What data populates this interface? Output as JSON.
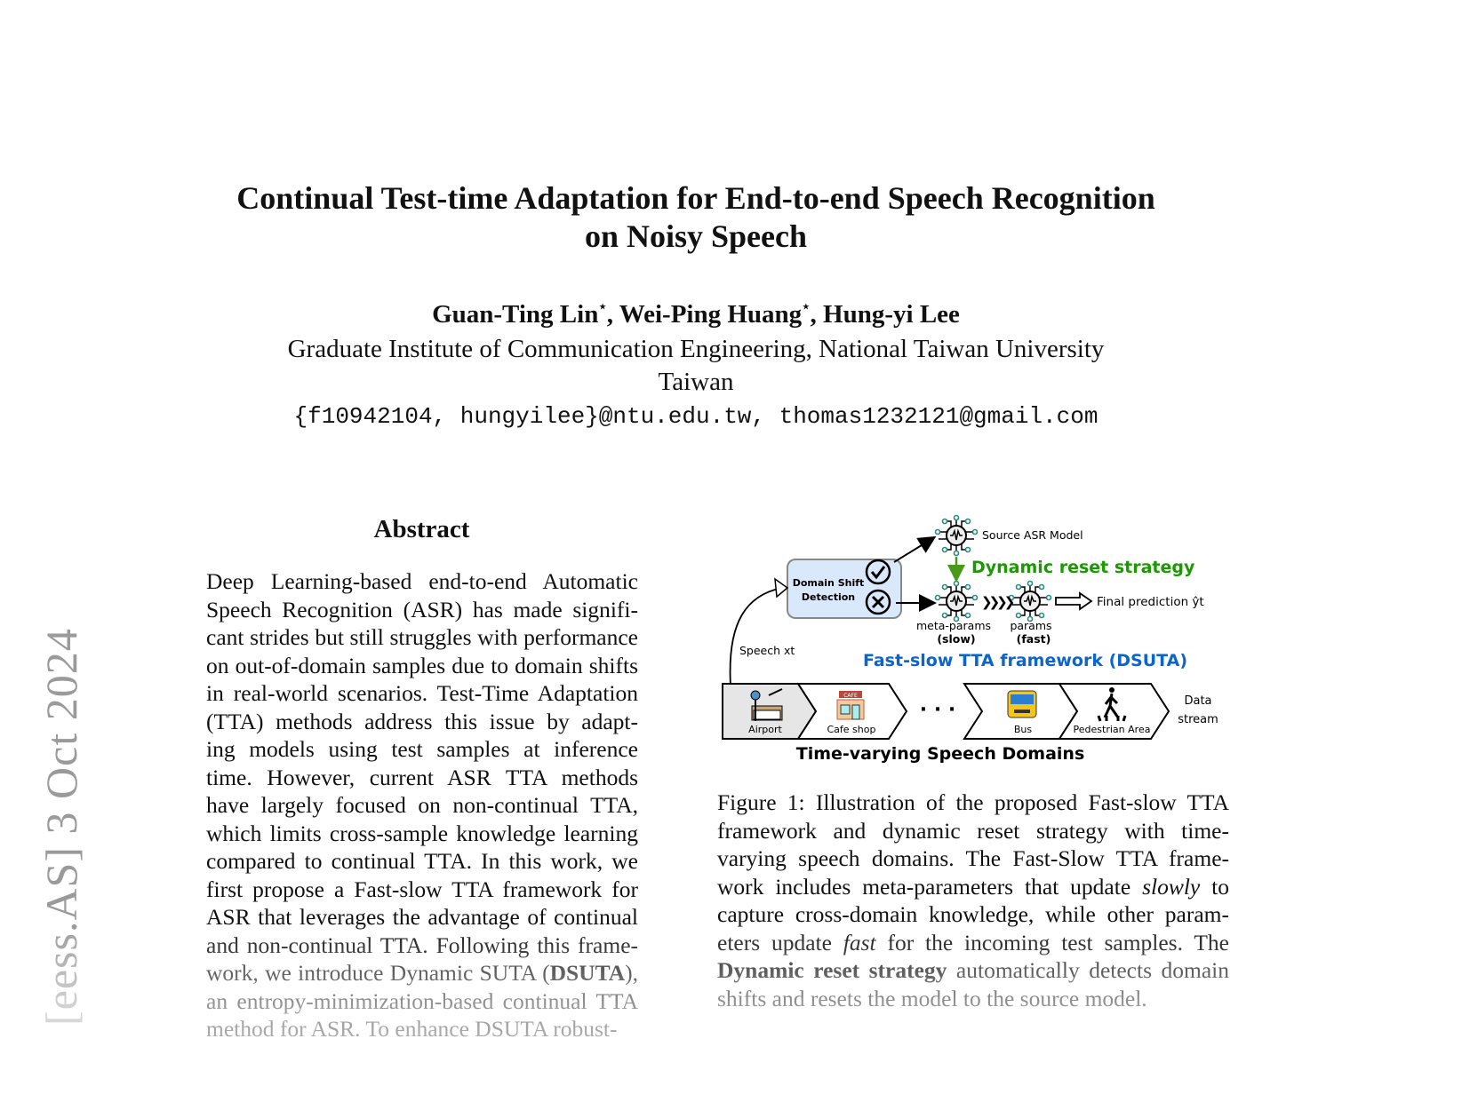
{
  "title": [
    "Continual Test-time Adaptation for End-to-end Speech Recognition",
    "on Noisy Speech"
  ],
  "authors": [
    {
      "name": "Guan-Ting Lin",
      "mark": "⋆"
    },
    {
      "name": "Wei-Ping Huang",
      "mark": "⋆"
    },
    {
      "name": "Hung-yi Lee",
      "mark": ""
    }
  ],
  "affiliation": [
    "Graduate Institute of Communication Engineering, National Taiwan University",
    "Taiwan"
  ],
  "emails": "{f10942104, hungyilee}@ntu.edu.tw, thomas1232121@gmail.com",
  "arxiv_stamp": "[eess.AS]  3 Oct 2024",
  "abstract": {
    "heading": "Abstract",
    "lines": [
      "Deep Learning-based end-to-end Automatic",
      "Speech Recognition (ASR) has made signifi-",
      "cant strides but still struggles with performance",
      "on out-of-domain samples due to domain shifts",
      "in real-world scenarios. Test-Time Adaptation",
      "(TTA) methods address this issue by adapt-",
      "ing models using test samples at inference",
      "time.  However, current ASR TTA methods",
      "have largely focused on non-continual TTA,",
      "which limits cross-sample knowledge learning",
      "compared to continual TTA. In this work, we",
      "first propose a Fast-slow TTA framework for",
      "ASR that leverages the advantage of continual",
      "and non-continual TTA. Following this frame-",
      "work, we introduce Dynamic SUTA (DSUTA),",
      "an entropy-minimization-based continual TTA",
      "method for ASR. To enhance DSUTA robust-"
    ]
  },
  "figure": {
    "domain_shift_detection": [
      "Domain Shift",
      "Detection"
    ],
    "source_model": "Source ASR Model",
    "dynamic_reset": "Dynamic reset strategy",
    "meta_params": "meta-params",
    "slow": "(slow)",
    "params": "params",
    "fast": "(fast)",
    "final_prediction": "Final prediction ŷt",
    "speech_input": "Speech xt",
    "framework": "Fast-slow TTA framework (DSUTA)",
    "domains": [
      "Airport",
      "Cafe shop",
      "Bus",
      "Pedestrian Area"
    ],
    "ellipsis": "· · ·",
    "cafe_sign": "CAFE",
    "data_stream": [
      "Data",
      "stream"
    ],
    "domains_title": "Time-varying Speech Domains",
    "colors": {
      "green": "#1a9a00",
      "blue": "#0a66cc",
      "box_fill": "#dae8fc"
    }
  },
  "caption": {
    "lines": [
      "Figure 1:  Illustration of the proposed Fast-slow TTA",
      "framework and dynamic reset strategy with time-",
      "varying speech domains.  The Fast-Slow TTA frame-",
      "work includes meta-parameters that update slowly to",
      "capture cross-domain knowledge, while other param-",
      "eters update fast for the incoming test samples.  The",
      "Dynamic reset strategy automatically detects domain",
      "shifts and resets the model to the source model."
    ]
  }
}
